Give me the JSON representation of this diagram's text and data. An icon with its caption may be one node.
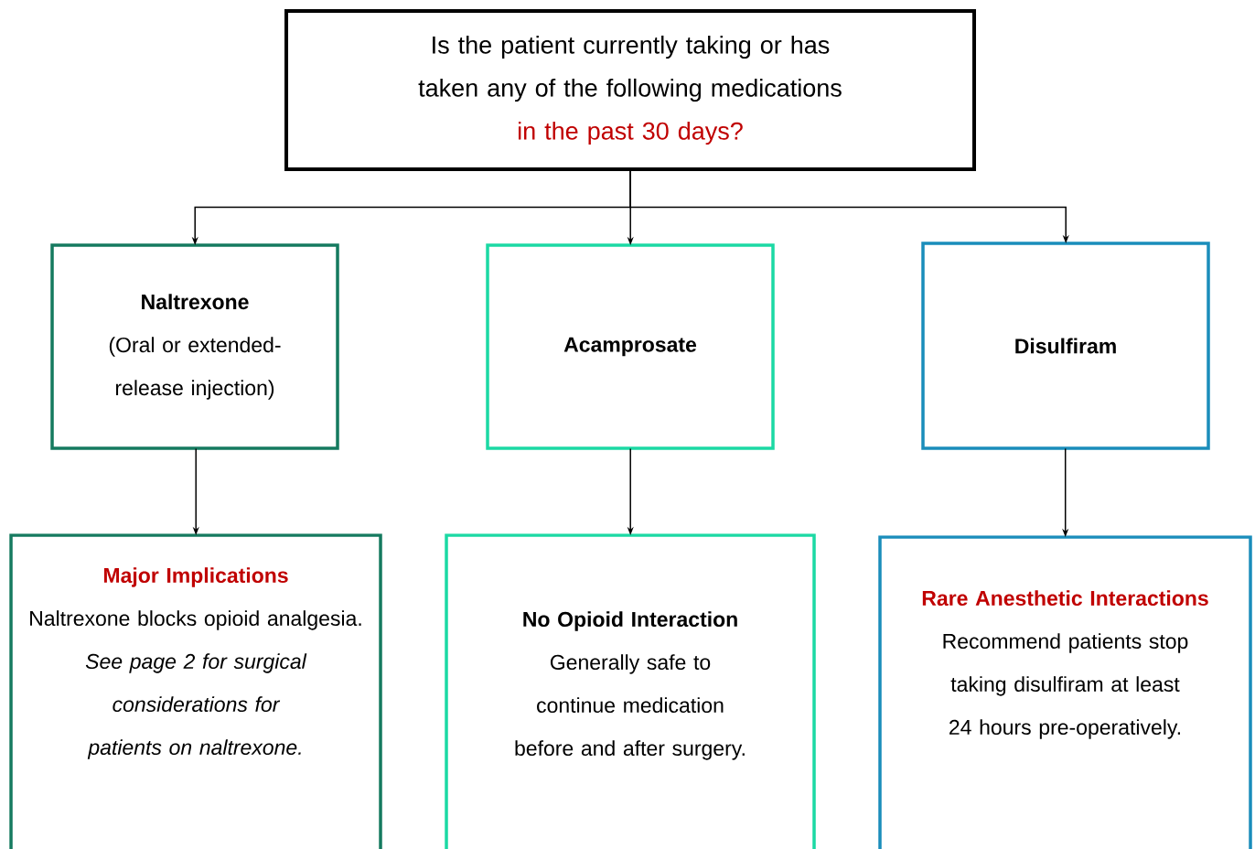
{
  "diagram": {
    "nodes": [
      {
        "text": [
          "Is the patient currently taking or has taken any of the following medications",
          "in the past 30 days?"
        ]
      },
      {
        "text": [
          "Naltrexone",
          "(Oral or extended-release injection)"
        ]
      },
      {
        "text": [
          "Acamprosate"
        ]
      },
      {
        "text": [
          "Disulfiram"
        ]
      },
      {
        "text": [
          "Major Implications",
          "Naltrexone blocks opioid analgesia.",
          "See page 2 for surgical considerations for patients on naltrexone."
        ]
      },
      {
        "text": [
          "No Opioid Interaction",
          "Generally safe to continue medication before and after surgery."
        ]
      },
      {
        "text": [
          "Rare Anesthetic Interactions",
          "Recommend patients stop taking disulfiram at least 24 hours pre-operatively."
        ]
      }
    ],
    "edges": [
      {
        "from": 0,
        "to": 1,
        "arrow": "to"
      },
      {
        "from": 0,
        "to": 2,
        "arrow": "to"
      },
      {
        "from": 0,
        "to": 3,
        "arrow": "to"
      },
      {
        "from": 1,
        "to": 4,
        "arrow": "to"
      },
      {
        "from": 2,
        "to": 5,
        "arrow": "to"
      },
      {
        "from": 3,
        "to": 6,
        "arrow": "to"
      }
    ]
  }
}
